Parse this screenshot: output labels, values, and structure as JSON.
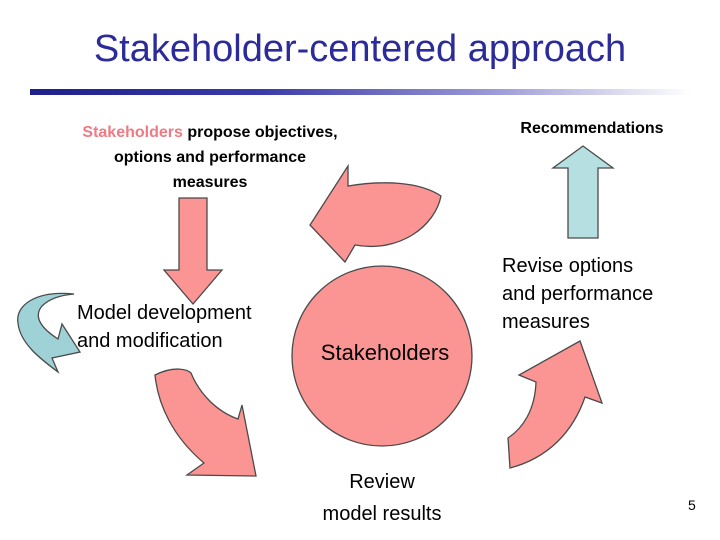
{
  "slide": {
    "title": "Stakeholder-centered approach",
    "page_number": "5"
  },
  "labels": {
    "stakeholders_prefix": "Stakeholders",
    "propose_lines": [
      " propose objectives,",
      "options and performance",
      "measures"
    ],
    "recommendations": "Recommendations",
    "model_lines": [
      "Model development",
      "and modification"
    ],
    "revise_lines": [
      "Revise options",
      "and performance",
      "measures"
    ],
    "center": "Stakeholders",
    "review_lines": [
      "Review",
      "model results"
    ]
  },
  "colors": {
    "title": "#2b2b9a",
    "highlight": "#f07a84",
    "arrow_fill": "#fb9594",
    "arrow_stroke": "#4a4a4a",
    "up_arrow_fill": "#b5dfe0",
    "loop_arrow_fill": "#9fd2d6"
  }
}
